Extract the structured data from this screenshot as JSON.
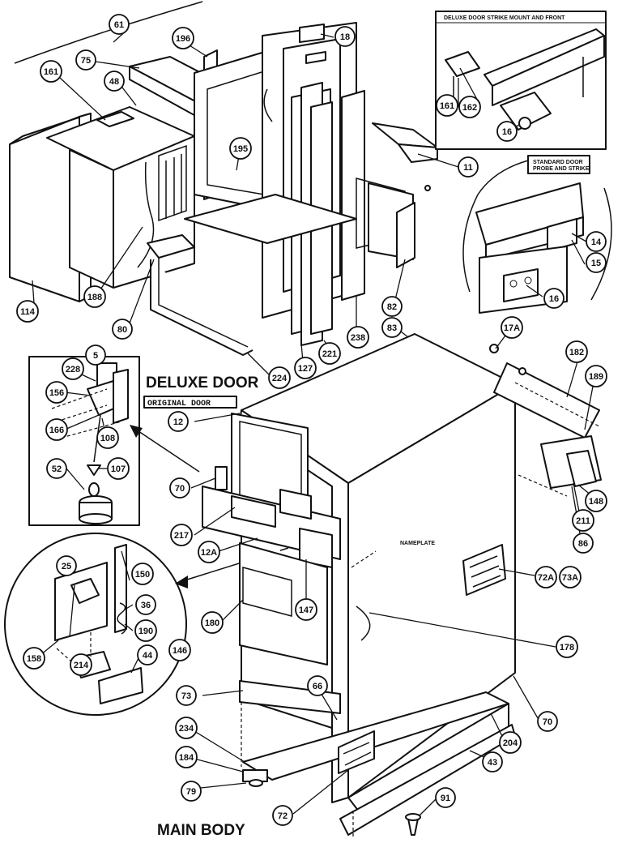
{
  "labels": {
    "deluxe_door": "DELUXE DOOR",
    "original_door": "ORIGINAL DOOR",
    "main_body": "MAIN BODY",
    "deluxe_strike_title": "DELUXE DOOR STRIKE MOUNT AND FRONT",
    "standard_strike_title_1": "STANDARD DOOR",
    "standard_strike_title_2": "PROBE AND STRIKE",
    "nameplate": "NAMEPLATE"
  },
  "callouts": [
    "61",
    "196",
    "18",
    "75",
    "161",
    "48",
    "114",
    "188",
    "80",
    "195",
    "11",
    "224",
    "127",
    "221",
    "238",
    "82",
    "83",
    "5",
    "228",
    "156",
    "166",
    "108",
    "52",
    "107",
    "12",
    "70",
    "217",
    "12A",
    "25",
    "150",
    "36",
    "190",
    "158",
    "214",
    "44",
    "146",
    "180",
    "147",
    "73",
    "234",
    "184",
    "79",
    "72",
    "66",
    "91",
    "43",
    "204",
    "70",
    "178",
    "72A",
    "73A",
    "17A",
    "182",
    "189",
    "148",
    "211",
    "86",
    "161",
    "162",
    "16",
    "14",
    "15",
    "16"
  ]
}
